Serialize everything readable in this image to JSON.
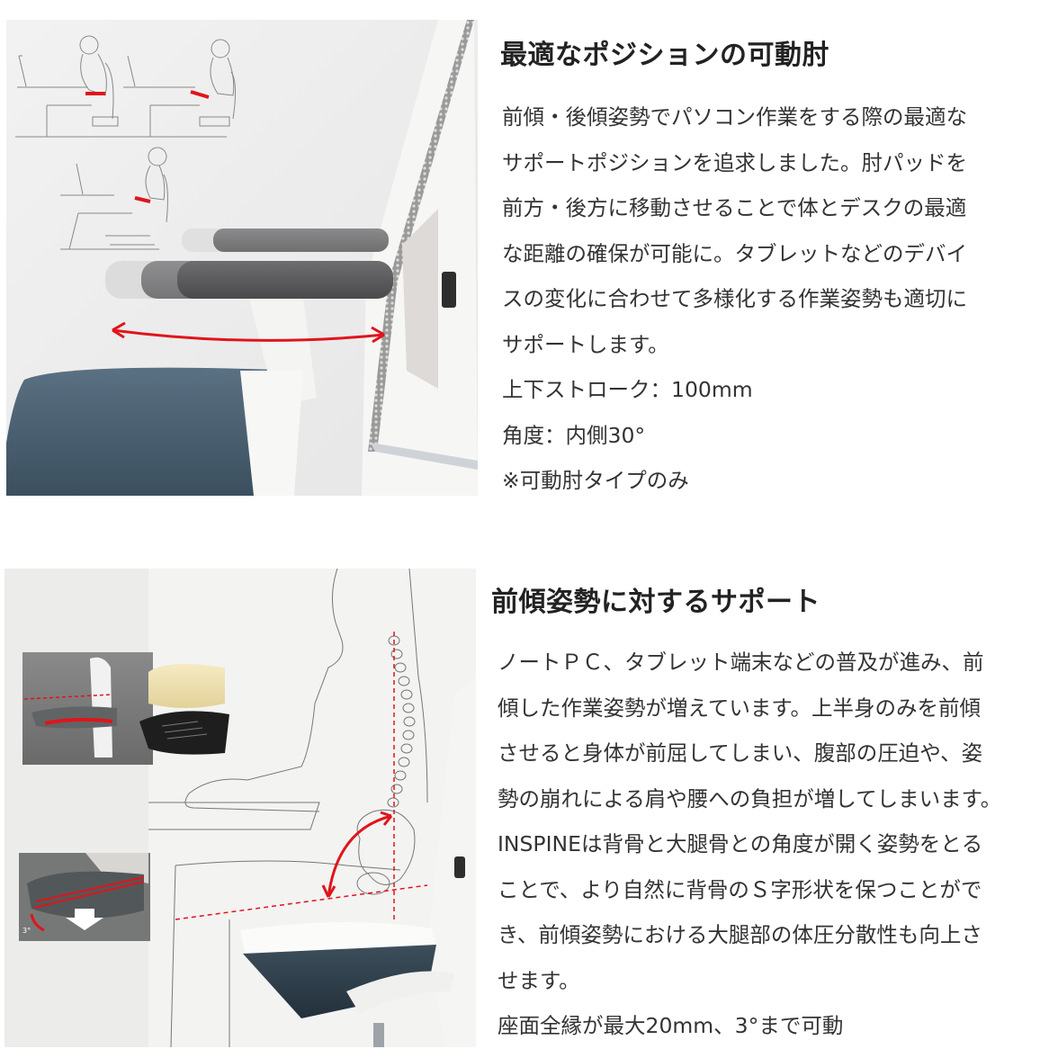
{
  "sections": [
    {
      "heading": "最適なポジションの可動肘",
      "figure_alt": "Chair armrest sliding forward/backward with posture illustrations",
      "body_lines": [
        "前傾・後傾姿勢でパソコン作業をする際の最適な",
        "サポートポジションを追求しました。肘パッドを",
        "前方・後方に移動させることで体とデスクの最適",
        "な距離の確保が可能に。タブレットなどのデバイ",
        "スの変化に合わせて多様化する作業姿勢も適切に",
        "サポートします。",
        "上下ストローク：100mm",
        "角度：内側30°",
        "※可動肘タイプのみ"
      ]
    },
    {
      "heading": "前傾姿勢に対するサポート",
      "figure_alt": "Seated figure with spine diagram and seat tilt insets",
      "inset_label": "3°",
      "body_lines": [
        "ノートＰＣ、タブレット端末などの普及が進み、前",
        "傾した作業姿勢が増えています。上半身のみを前傾",
        "させると身体が前屈してしまい、腹部の圧迫や、姿",
        "勢の崩れによる肩や腰への負担が増してしまいます。",
        "INSPINEは背骨と大腿骨との角度が開く姿勢をとる",
        "ことで、より自然に背骨のＳ字形状を保つことがで",
        "き、前傾姿勢における大腿部の体圧分散性も向上さ",
        "せます。",
        "座面全縁が最大20mm、3°まで可動"
      ]
    }
  ],
  "colors": {
    "heading": "#222222",
    "body": "#333333",
    "accent_red": "#e0141b",
    "seat_fabric": "#4d6374",
    "armpad": "#5c5c5e",
    "frame_white": "#f4f4f2",
    "cushion_cream": "#efe2b4"
  }
}
